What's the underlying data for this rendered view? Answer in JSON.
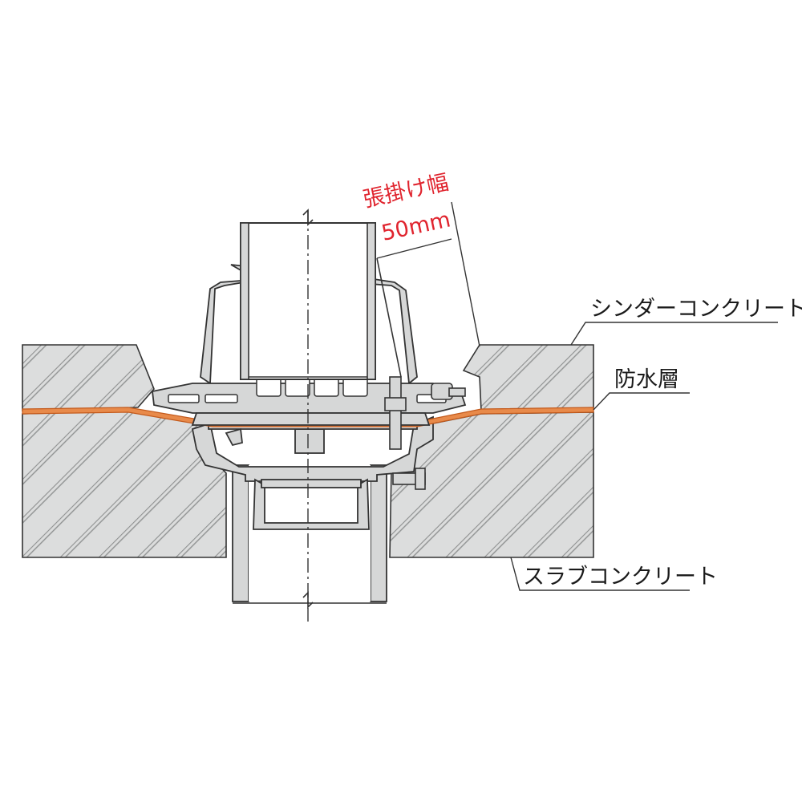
{
  "colors": {
    "concrete": "#dcdddd",
    "hatch": "#9a9c9c",
    "outline": "#333333",
    "metal": "#d6d7d7",
    "membrane": "#e88a4a",
    "membrane_edge": "#c35a1c",
    "dimension": "#e0242e",
    "text": "#1a1a1a"
  },
  "labels": {
    "cinder_concrete": "シンダーコンクリート",
    "waterproof_layer": "防水層",
    "slab_concrete": "スラブコンクリート"
  },
  "dimension": {
    "title": "張掛け幅",
    "value": "50mm"
  }
}
